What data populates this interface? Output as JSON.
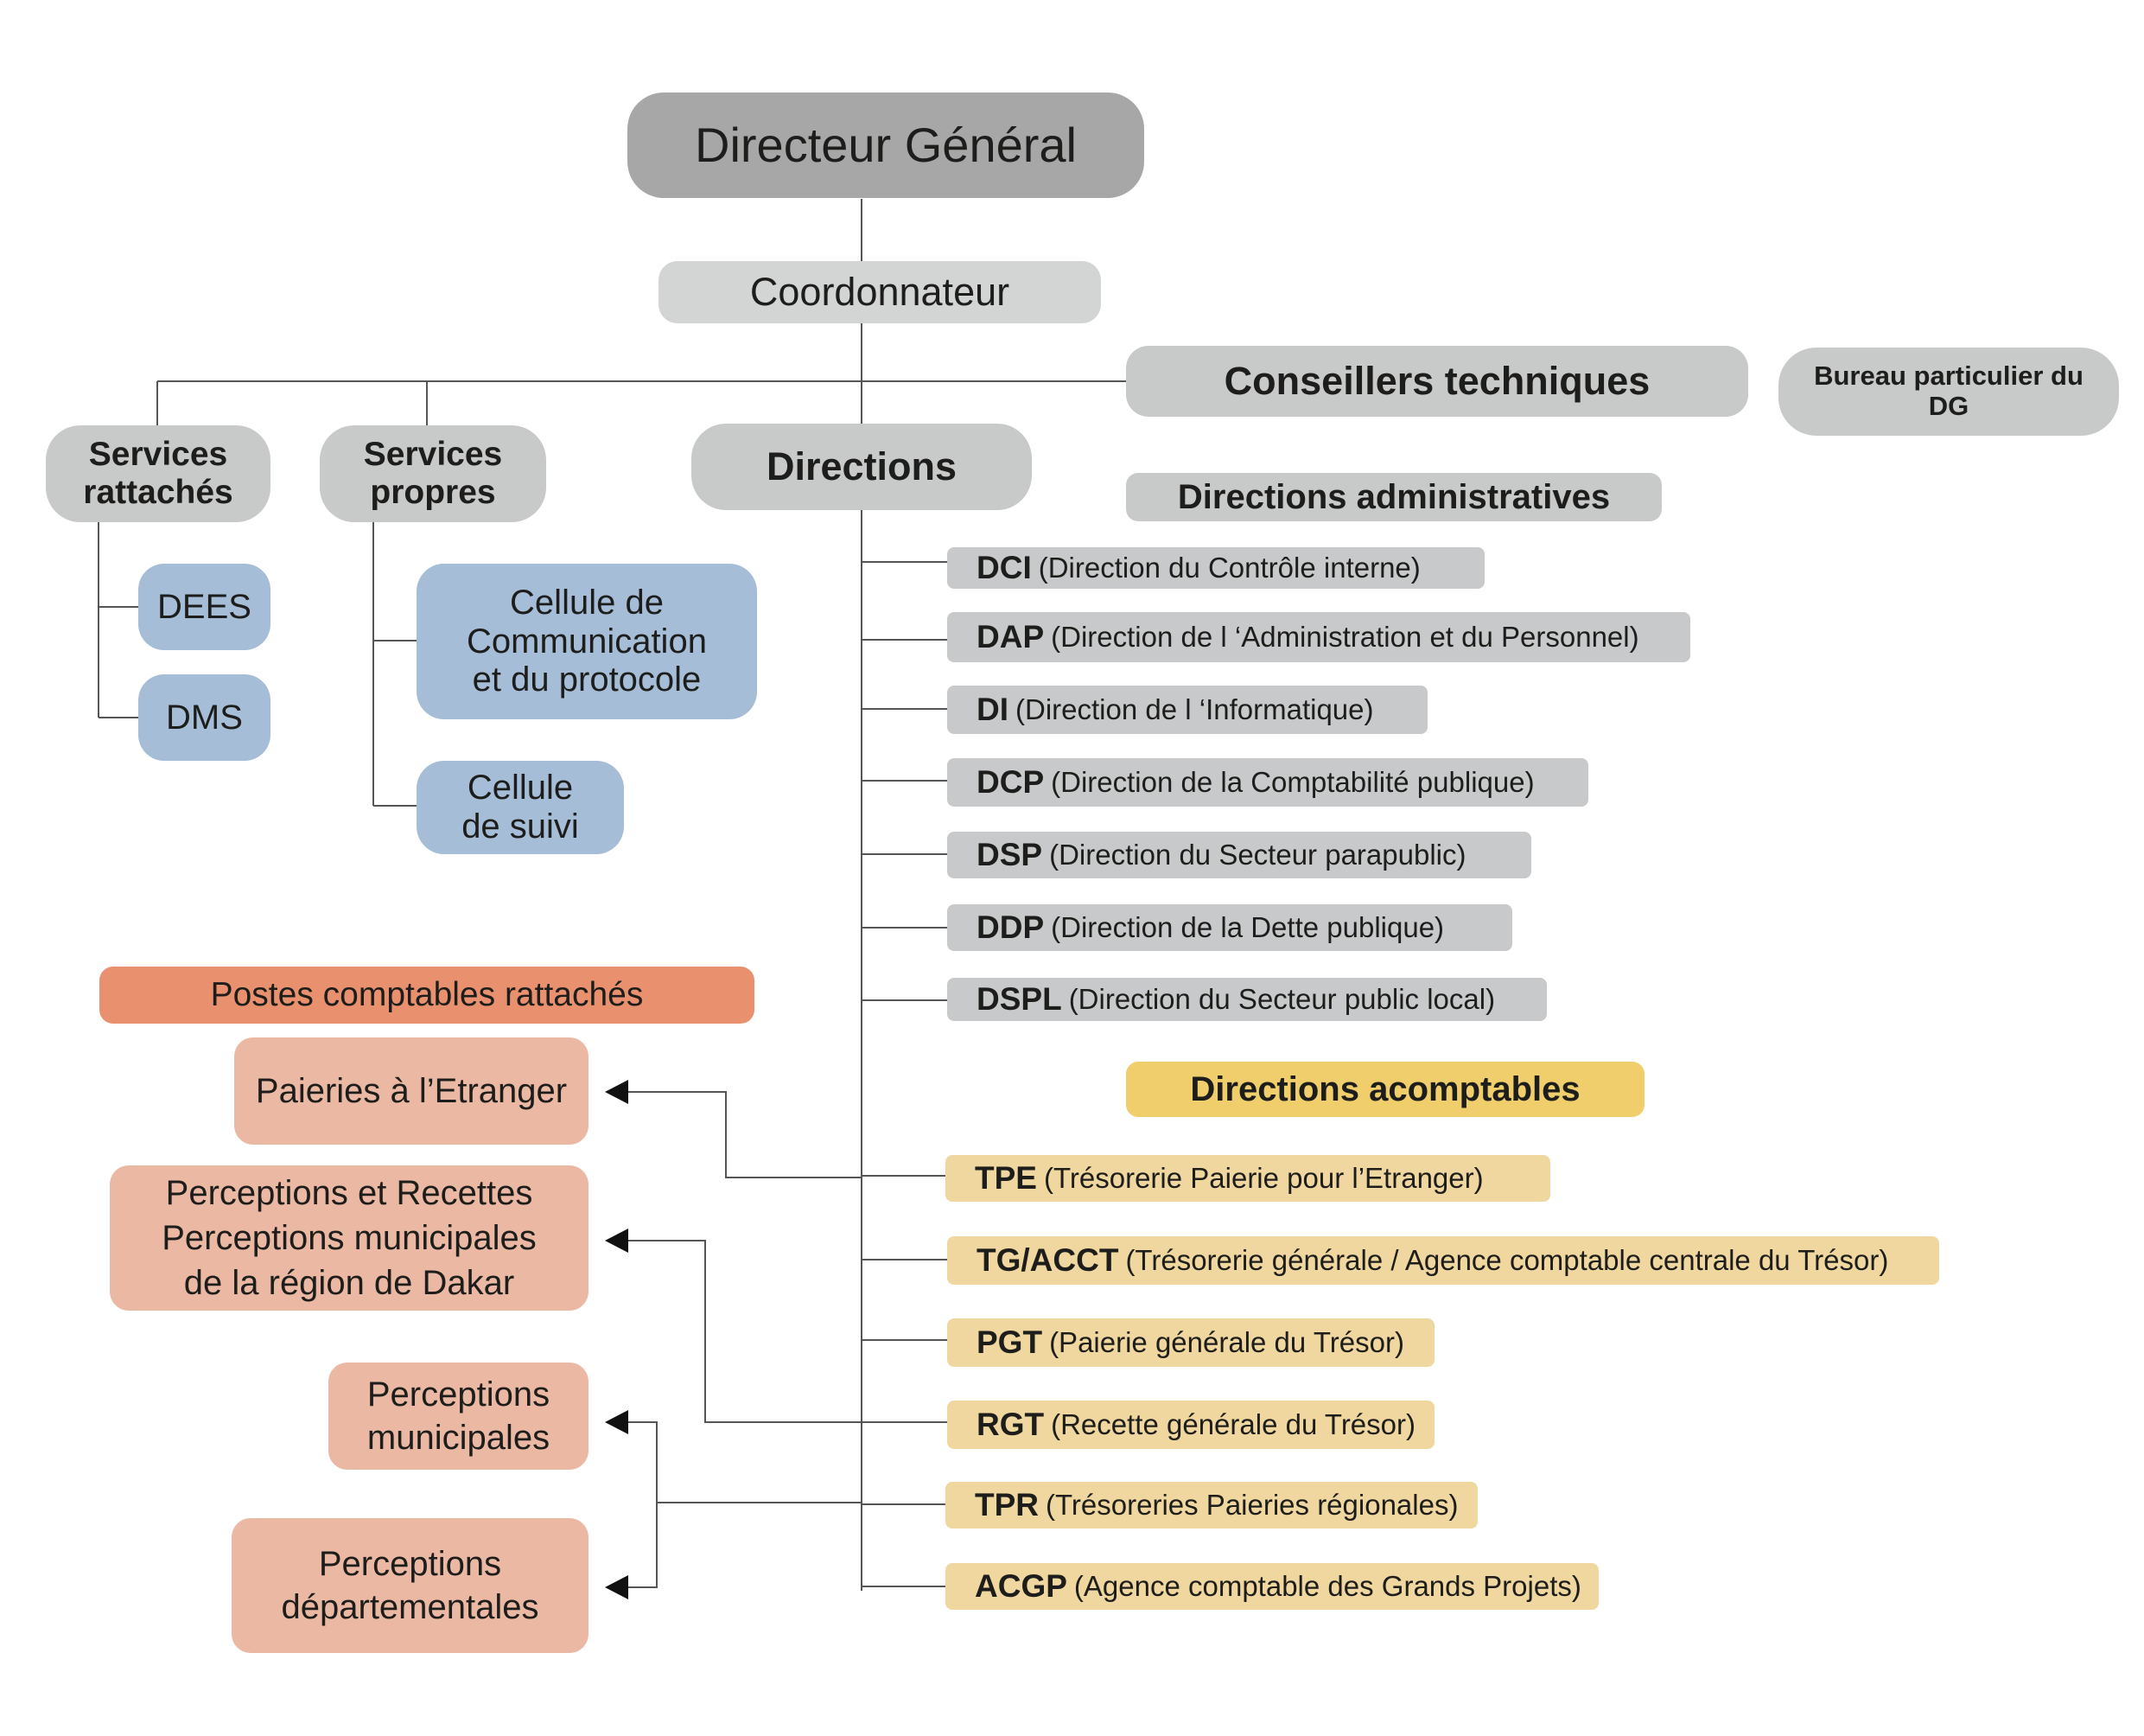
{
  "top": {
    "director": "Directeur Général",
    "coordinator": "Coordonnateur",
    "advisors": "Conseillers techniques",
    "private_office": "Bureau particulier du DG"
  },
  "branches": {
    "attached_services": "Services rattachés",
    "own_services": "Services propres",
    "directions": "Directions"
  },
  "attached_units": [
    "DEES",
    "DMS"
  ],
  "own_units": [
    "Cellule de Communication et du protocole",
    "Cellule de suivi"
  ],
  "admin_directions": {
    "title": "Directions administratives",
    "items": [
      {
        "code": "DCI",
        "name": "(Direction du Contrôle interne)"
      },
      {
        "code": "DAP",
        "name": "(Direction de l ‘Administration et du Personnel)"
      },
      {
        "code": "DI",
        "name": "(Direction de l ‘Informatique)"
      },
      {
        "code": "DCP",
        "name": "(Direction de la Comptabilité publique)"
      },
      {
        "code": "DSP",
        "name": "(Direction du Secteur parapublic)"
      },
      {
        "code": "DDP",
        "name": "(Direction de la Dette publique)"
      },
      {
        "code": "DSPL",
        "name": "(Direction du Secteur public local)"
      }
    ]
  },
  "accounting_directions": {
    "title": "Directions acomptables",
    "items": [
      {
        "code": "TPE",
        "name": "(Trésorerie Paierie pour l’Etranger)"
      },
      {
        "code": "TG/ACCT",
        "name": "(Trésorerie générale / Agence comptable centrale du Trésor)"
      },
      {
        "code": "PGT",
        "name": "(Paierie générale du Trésor)"
      },
      {
        "code": "RGT",
        "name": "(Recette générale du Trésor)"
      },
      {
        "code": "TPR",
        "name": "(Trésoreries Paieries régionales)"
      },
      {
        "code": "ACGP",
        "name": "(Agence comptable des Grands Projets)"
      }
    ]
  },
  "posts": {
    "title": "Postes comptables rattachés",
    "items": [
      "Paieries à l’Etranger",
      "Perceptions et Recettes Perceptions municipales de la région de Dakar",
      "Perceptions municipales",
      "Perceptions départementales"
    ]
  },
  "colors": {
    "line": "#555555",
    "gray_dark": "#a7a7a7",
    "gray": "#c8c9c9",
    "blue": "#a6bdd8",
    "salmon": "#ebb9a3",
    "orange": "#e9916f",
    "yellow": "#f0ce6c",
    "admin_row": "#c8c9ca",
    "acct_row": "#f0d79f"
  }
}
